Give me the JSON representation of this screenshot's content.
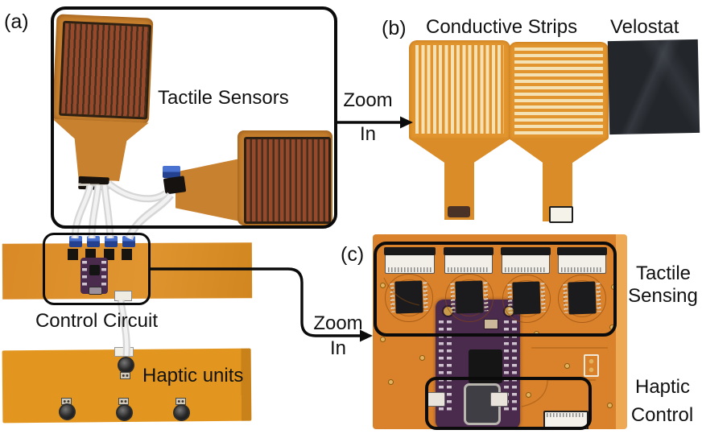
{
  "figure": {
    "panel_a": {
      "tag": "(a)",
      "title": "Tactile Sensors"
    },
    "panel_b": {
      "tag": "(b)",
      "conductive_strips_label": "Conductive Strips",
      "velostat_label": "Velostat"
    },
    "panel_c": {
      "tag": "(c)",
      "tactile_sensing_line1": "Tactile",
      "tactile_sensing_line2": "Sensing",
      "haptic_control_line1": "Haptic",
      "haptic_control_line2": "Control"
    },
    "control_circuit_label": "Control Circuit",
    "haptic_units_label": "Haptic units",
    "zoom_arrow_top": {
      "line1": "Zoom",
      "line2": "In"
    },
    "zoom_arrow_bottom": {
      "line1": "Zoom",
      "line2": "In"
    }
  },
  "colors": {
    "kapton_band": "#DD8E29",
    "haptic_band": "#E29620",
    "strip_paddle": "#E2952E",
    "strip_conductor": "#F5E2B4",
    "sensor_rust": "#96492B",
    "velostat_black": "#23262B",
    "pcb_orange": "#D9822B",
    "microcontroller_purple": "#4A2B4E",
    "annotation_black": "#0B0B0B",
    "background": "#FFFFFF"
  }
}
